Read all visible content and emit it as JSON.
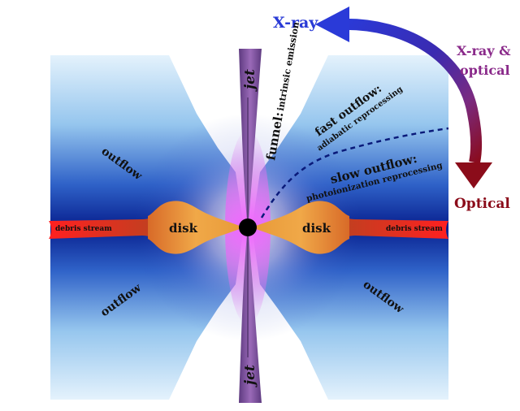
{
  "labels": {
    "xray": "X-ray",
    "xray_optical_line1": "X-ray &",
    "xray_optical_line2": "optical",
    "optical": "Optical",
    "jet_top": "jet",
    "jet_bottom": "jet",
    "funnel": "funnel:",
    "funnel_sub": "intrinsic emission",
    "fast_outflow": "fast outflow:",
    "fast_outflow_sub": "adiabatic reprocessing",
    "slow_outflow": "slow outflow:",
    "slow_outflow_sub": "photoionization reprocessing",
    "outflow_tl": "outflow",
    "outflow_bl": "outflow",
    "outflow_br": "outflow",
    "disk_left": "disk",
    "disk_right": "disk",
    "debris_left": "debris stream",
    "debris_right": "debris stream"
  },
  "colors": {
    "xray": "#2a3bd6",
    "xray_optical": "#8a2a8a",
    "optical": "#8b0c1a",
    "outflow_inner": "#0a2a9a",
    "outflow_outer": "#d8ecfa",
    "jet": "#7a4a9a",
    "funnel_glow": "#e050f0",
    "disk": "#e89a40",
    "debris": "#e02020"
  }
}
